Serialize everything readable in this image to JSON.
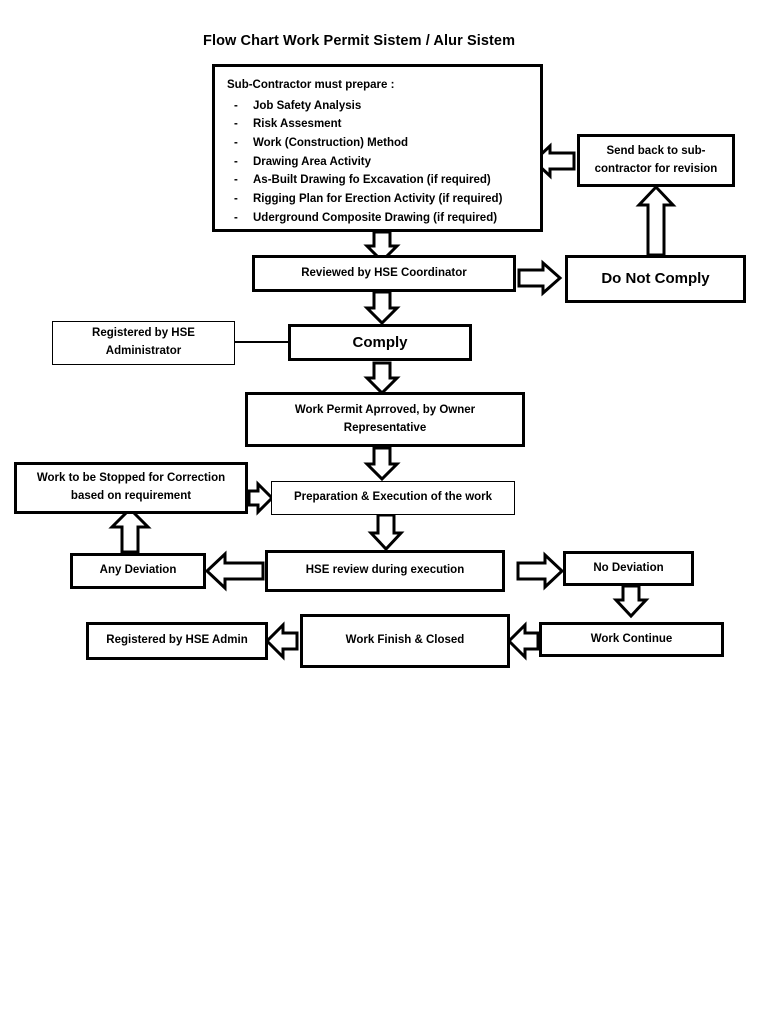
{
  "document": {
    "title": "Flow Chart Work Permit Sistem / Alur Sistem"
  },
  "nodes": {
    "prepare": {
      "heading": "Sub-Contractor must prepare :",
      "bullet": "-",
      "items": [
        "Job Safety Analysis",
        "Risk Assesment",
        "Work (Construction) Method",
        "Drawing Area Activity",
        "As-Built Drawing fo Excavation (if required)",
        "Rigging Plan for Erection Activity (if required)",
        "Uderground Composite Drawing (if required)"
      ]
    },
    "send_back": "Send back to sub-contractor for revision",
    "reviewed": "Reviewed by HSE Coordinator",
    "do_not_comply": "Do Not Comply",
    "registered_admin": "Registered by HSE Administrator",
    "comply": "Comply",
    "work_permit_approved": "Work Permit Aprroved, by Owner Representative",
    "work_stopped": "Work to be Stopped for Correction based on requirement",
    "preparation_execution": "Preparation & Execution of the work",
    "any_deviation": "Any Deviation",
    "hse_review": "HSE review during execution",
    "no_deviation": "No Deviation",
    "registered_hse_admin": "Registered by HSE Admin",
    "work_finish": "Work Finish & Closed",
    "work_continue": "Work Continue"
  },
  "style": {
    "line_color": "#000000",
    "fill_color": "#ffffff"
  }
}
